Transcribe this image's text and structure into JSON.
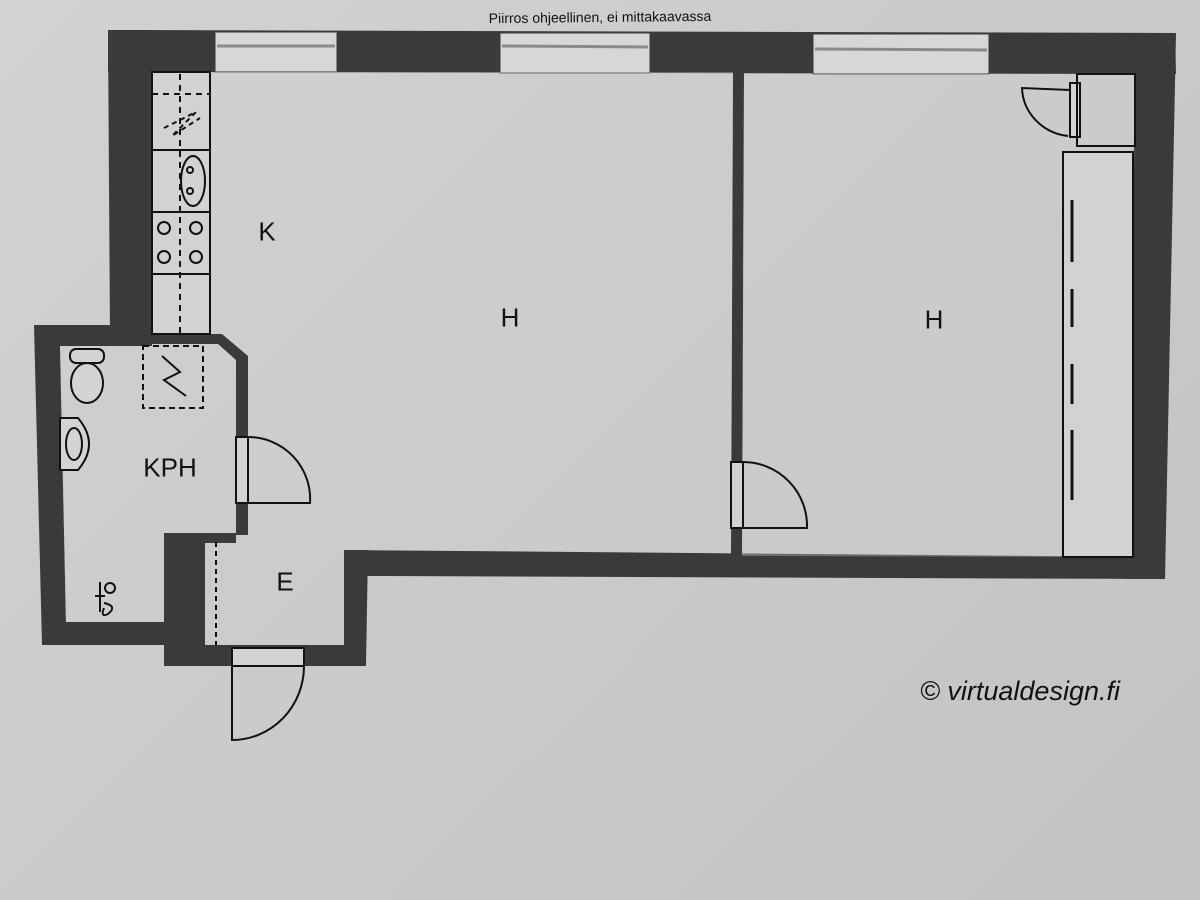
{
  "plan": {
    "note": "Piirros ohjeellinen, ei mittakaavassa",
    "rooms": {
      "kitchen": "K",
      "living_room": "H",
      "bedroom": "H",
      "bathroom": "KPH",
      "entrance": "E"
    },
    "copyright": "© virtualdesign.fi"
  },
  "colors": {
    "wall": "#3a3a3c",
    "line": "#111111",
    "paper": "#cbcbcb",
    "floor": "#cfcfcf"
  }
}
